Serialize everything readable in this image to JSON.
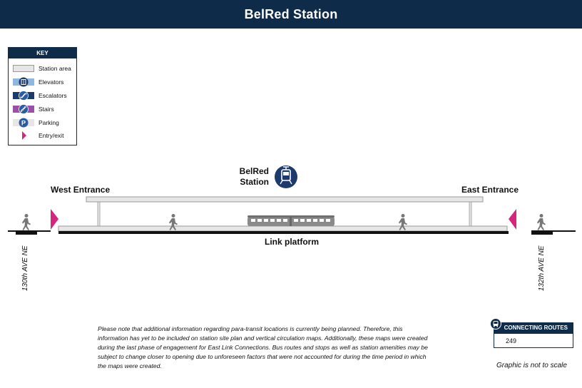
{
  "header": {
    "title": "BelRed Station"
  },
  "key": {
    "title": "KEY",
    "items": [
      {
        "label": "Station area",
        "icon": "station-area-swatch",
        "color": "#e6e6e6"
      },
      {
        "label": "Elevators",
        "icon": "elevator-icon",
        "color": "#8fb8de"
      },
      {
        "label": "Escalators",
        "icon": "escalator-icon",
        "color": "#1c3a6b"
      },
      {
        "label": "Stairs",
        "icon": "stairs-icon",
        "color": "#9b4fa6"
      },
      {
        "label": "Parking",
        "icon": "parking-icon",
        "color": "#e6e6e6"
      },
      {
        "label": "Entry/exit",
        "icon": "entry-exit-icon",
        "color": "#d6257c"
      }
    ]
  },
  "diagram": {
    "station_line1": "BelRed",
    "station_line2": "Station",
    "west_entrance": "West Entrance",
    "east_entrance": "East Entrance",
    "platform_label": "Link platform",
    "west_street": "130th AVE NE",
    "east_street": "132th AVE NE"
  },
  "note": "Please note that additional information regarding para-transit locations is currently being planned. Therefore, this information has yet to be included on station site plan and vertical circulation maps. Additionally, these maps were created during the last phase of engagement for East Link Connections. Bus routes and stops as well as station amenities may be subject to change closer to opening due to unforeseen factors that were not accounted for during the time period in which the maps were created.",
  "connecting_routes": {
    "title": "CONNECTING ROUTES",
    "routes": "249"
  },
  "scale_note": "Graphic is not to scale",
  "colors": {
    "navy": "#0e2b4a",
    "entry": "#d6257c",
    "platform": "#e6e6e6"
  }
}
